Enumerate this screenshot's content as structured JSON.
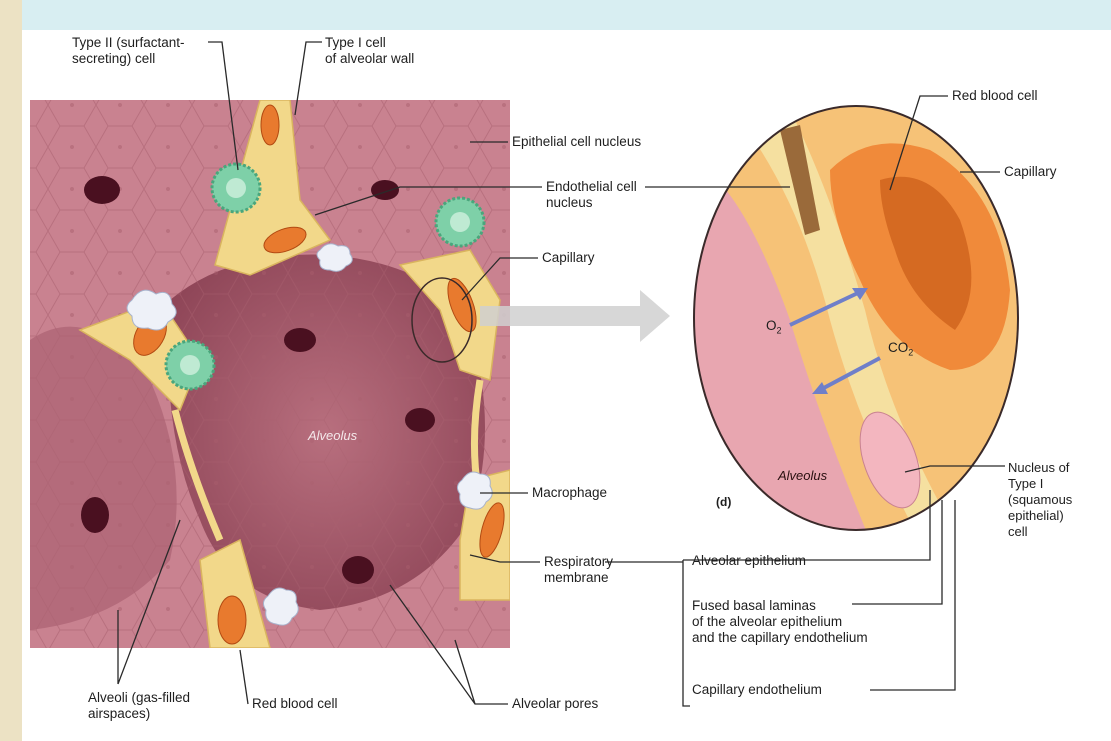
{
  "labels": {
    "type2_cell": "Type II (surfactant-\nsecreting) cell",
    "type1_cell": "Type I cell\nof alveolar wall",
    "epithelial_nucleus": "Epithelial cell nucleus",
    "endothelial_nucleus": "Endothelial cell\nnucleus",
    "capillary_left": "Capillary",
    "macrophage": "Macrophage",
    "respiratory_membrane": "Respiratory\nmembrane",
    "alveoli": "Alveoli (gas-filled\nairspaces)",
    "red_blood_cell_left": "Red blood cell",
    "alveolar_pores": "Alveolar pores",
    "alveolus_left": "Alveolus",
    "red_blood_cell_right": "Red blood cell",
    "capillary_right": "Capillary",
    "o2": "O",
    "o2_sub": "2",
    "co2": "CO",
    "co2_sub": "2",
    "alveolus_right": "Alveolus",
    "panel_d": "(d)",
    "nucleus_type1": "Nucleus of\nType I\n(squamous\nepithelial)\ncell",
    "alveolar_epithelium": "Alveolar epithelium",
    "fused_basal": "Fused basal laminas\nof the alveolar epithelium\nand the capillary endothelium",
    "capillary_endothelium": "Capillary endothelium"
  },
  "colors": {
    "tissue": "#c98290",
    "tissue_dark": "#9e5563",
    "membrane": "#f2d88a",
    "capillary": "#f6c277",
    "rbc": "#e87a2e",
    "rbc_dark": "#cc5a1c",
    "type2": "#7ed0a8",
    "arrow_gas": "#6f7fc9",
    "border_top": "#bfe6ee"
  }
}
